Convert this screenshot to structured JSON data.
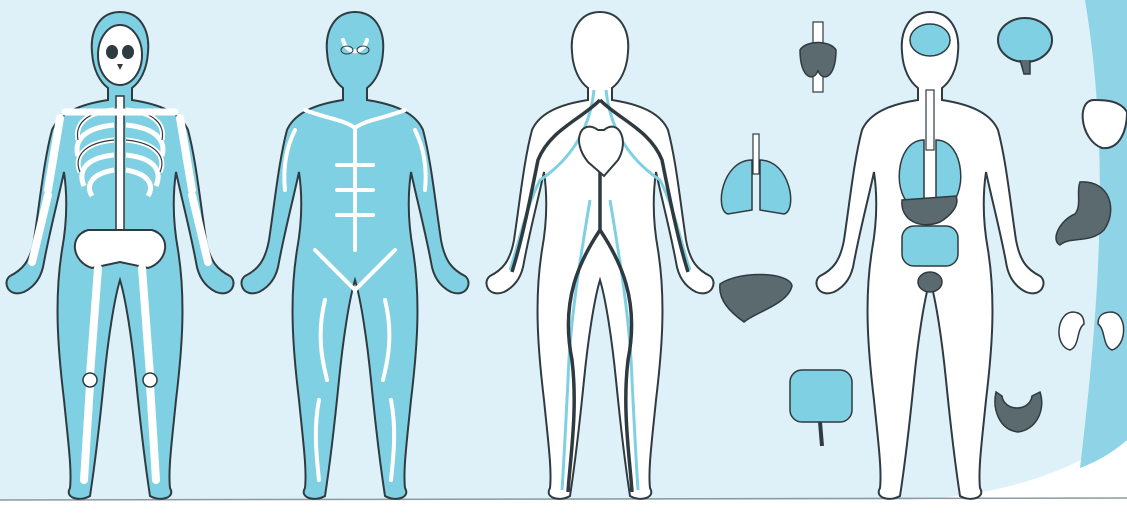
{
  "colors": {
    "background": "#dff1f8",
    "accent_corner": "#8fd3e6",
    "body_fill": "#7fd0e3",
    "bone": "#ffffff",
    "outline": "#2f3b40",
    "dark_organ": "#5b6a6f",
    "vein_dark": "#2e3a40",
    "vein_light": "#7fd0e3",
    "ground_line": "#8a9aa0"
  },
  "figures": [
    {
      "name": "skeletal-system-figure"
    },
    {
      "name": "muscular-system-figure"
    },
    {
      "name": "circulatory-system-figure"
    },
    {
      "name": "internal-organs-figure"
    }
  ],
  "organ_icons": [
    {
      "name": "thyroid-icon"
    },
    {
      "name": "brain-icon"
    },
    {
      "name": "heart-icon"
    },
    {
      "name": "lungs-icon"
    },
    {
      "name": "stomach-icon"
    },
    {
      "name": "liver-icon"
    },
    {
      "name": "kidneys-icon"
    },
    {
      "name": "intestines-icon"
    },
    {
      "name": "bladder-icon"
    }
  ]
}
